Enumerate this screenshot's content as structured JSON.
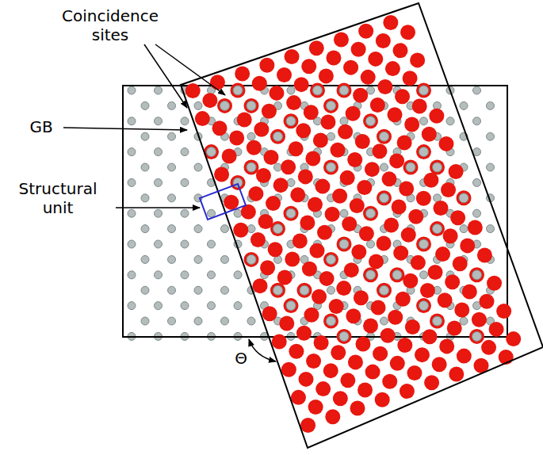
{
  "diagram": {
    "labels": [
      "Coincidence sites",
      "GB",
      "Structural unit",
      "Θ"
    ]
  }
}
